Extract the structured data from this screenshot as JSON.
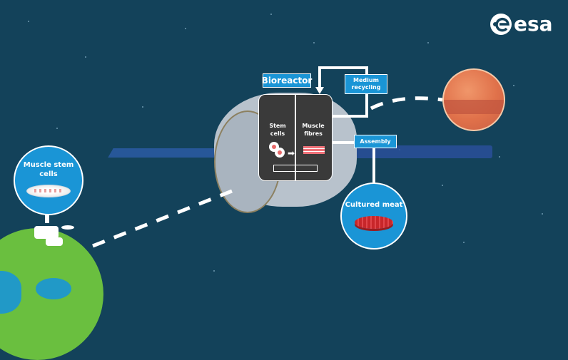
{
  "logo": {
    "text": "esa",
    "mark": "esa-e-logo"
  },
  "bioreactor": {
    "title": "Bioreactor",
    "stem_cells_label": "Stem cells",
    "muscle_fibres_label": "Muscle fibres"
  },
  "process_labels": {
    "medium_recycling": "Medium recycling",
    "assembly": "Assembly"
  },
  "earth_bubble": {
    "label": "Muscle stem cells"
  },
  "output_bubble": {
    "label": "Cultured meat"
  },
  "colors": {
    "background": "#13425a",
    "accent_blue": "#1a95d6",
    "earth_green": "#6abf3f",
    "earth_water": "#1a95d6",
    "mars": "#e0714a",
    "reactor": "#3a3a3a",
    "meat": "#c8262a",
    "fibres": "#f0737a"
  }
}
